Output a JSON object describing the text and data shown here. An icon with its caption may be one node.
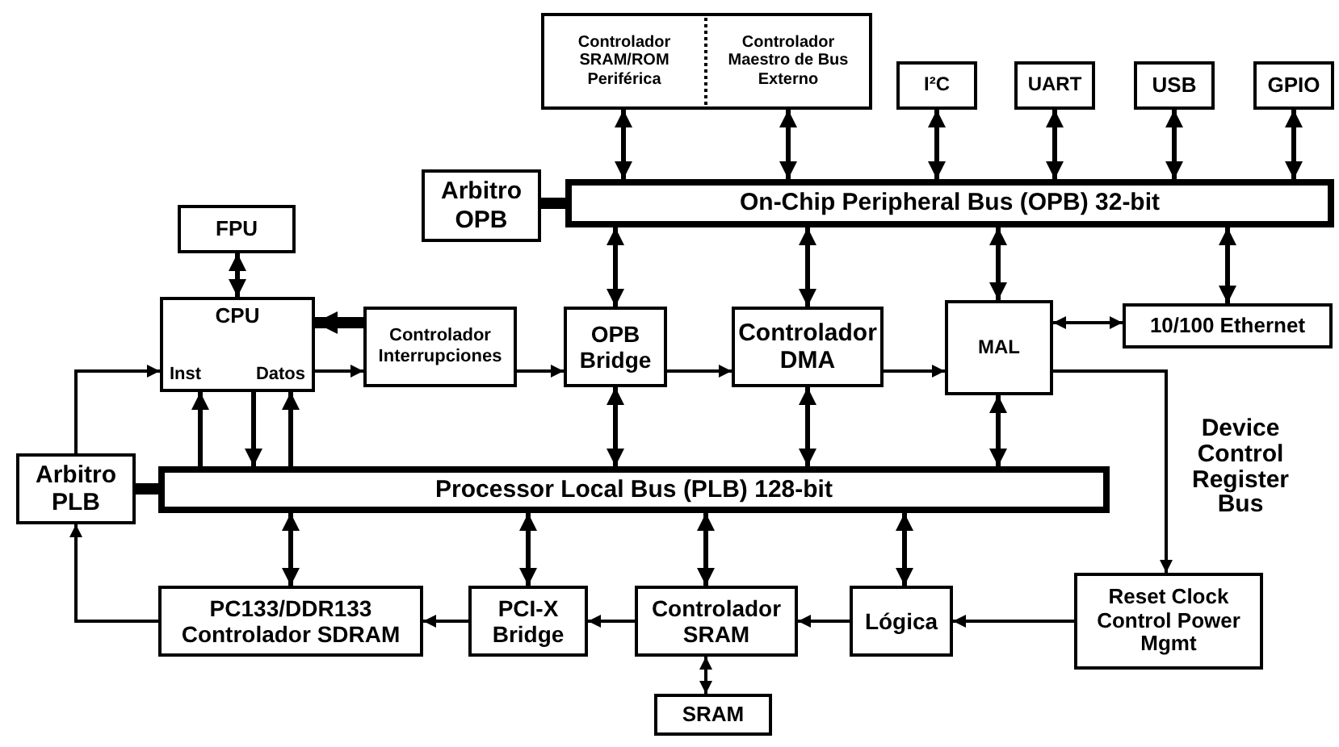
{
  "diagram": {
    "nodes": [
      {
        "text": [
          "Controlador SRAM/ROM Periférica"
        ]
      },
      {
        "text": [
          "Controlador Maestro de Bus Externo"
        ]
      },
      {
        "text": [
          "I²C"
        ]
      },
      {
        "text": [
          "UART"
        ]
      },
      {
        "text": [
          "USB"
        ]
      },
      {
        "text": [
          "GPIO"
        ]
      },
      {
        "text": [
          "Arbitro OPB"
        ]
      },
      {
        "text": [
          "On-Chip Peripheral Bus (OPB) 32-bit"
        ]
      },
      {
        "text": [
          "FPU"
        ]
      },
      {
        "text": [
          "CPU",
          "Inst",
          "Datos"
        ]
      },
      {
        "text": [
          "Controlador Interrupciones"
        ]
      },
      {
        "text": [
          "OPB Bridge"
        ]
      },
      {
        "text": [
          "Controlador DMA"
        ]
      },
      {
        "text": [
          "MAL"
        ]
      },
      {
        "text": [
          "10/100 Ethernet"
        ]
      },
      {
        "text": [
          "Arbitro PLB"
        ]
      },
      {
        "text": [
          "Processor Local Bus (PLB) 128-bit"
        ]
      },
      {
        "text": [
          "PC133/DDR133 Controlador SDRAM"
        ]
      },
      {
        "text": [
          "PCI-X Bridge"
        ]
      },
      {
        "text": [
          "Controlador SRAM"
        ]
      },
      {
        "text": [
          "Lógica"
        ]
      },
      {
        "text": [
          "Reset Clock Control Power Mgmt"
        ]
      },
      {
        "text": [
          "SRAM"
        ]
      }
    ],
    "edges": [
      {
        "from": 0,
        "to": 7,
        "arrow": "both"
      },
      {
        "from": 1,
        "to": 7,
        "arrow": "both"
      },
      {
        "from": 2,
        "to": 7,
        "arrow": "both"
      },
      {
        "from": 3,
        "to": 7,
        "arrow": "both"
      },
      {
        "from": 4,
        "to": 7,
        "arrow": "both"
      },
      {
        "from": 5,
        "to": 7,
        "arrow": "both"
      },
      {
        "from": 6,
        "to": 7,
        "arrow": "none",
        "style": "thick"
      },
      {
        "from": 8,
        "to": 9,
        "arrow": "both"
      },
      {
        "from": 10,
        "to": 9,
        "arrow": "to",
        "style": "thick"
      },
      {
        "from": 9,
        "to": 10,
        "arrow": "to"
      },
      {
        "from": 10,
        "to": 11,
        "arrow": "to"
      },
      {
        "from": 7,
        "to": 11,
        "arrow": "both"
      },
      {
        "from": 7,
        "to": 12,
        "arrow": "both"
      },
      {
        "from": 7,
        "to": 13,
        "arrow": "both"
      },
      {
        "from": 7,
        "to": 14,
        "arrow": "both"
      },
      {
        "from": 11,
        "to": 12,
        "arrow": "to"
      },
      {
        "from": 12,
        "to": 13,
        "arrow": "to"
      },
      {
        "from": 13,
        "to": 14,
        "arrow": "both"
      },
      {
        "from": 13,
        "to": 21,
        "arrow": "to",
        "label": "Device Control Register Bus"
      },
      {
        "from": 11,
        "to": 16,
        "arrow": "both"
      },
      {
        "from": 12,
        "to": 16,
        "arrow": "both"
      },
      {
        "from": 13,
        "to": 16,
        "arrow": "both"
      },
      {
        "from": 16,
        "to": 9,
        "arrow": "to"
      },
      {
        "from": 9,
        "to": 16,
        "arrow": "to"
      },
      {
        "from": 16,
        "to": 9,
        "arrow": "to"
      },
      {
        "from": 15,
        "to": 16,
        "arrow": "none",
        "style": "thick"
      },
      {
        "from": 15,
        "to": 9,
        "arrow": "to"
      },
      {
        "from": 17,
        "to": 15,
        "arrow": "to"
      },
      {
        "from": 16,
        "to": 17,
        "arrow": "both"
      },
      {
        "from": 16,
        "to": 18,
        "arrow": "both"
      },
      {
        "from": 16,
        "to": 19,
        "arrow": "both"
      },
      {
        "from": 16,
        "to": 20,
        "arrow": "both"
      },
      {
        "from": 18,
        "to": 17,
        "arrow": "to"
      },
      {
        "from": 19,
        "to": 18,
        "arrow": "to"
      },
      {
        "from": 20,
        "to": 19,
        "arrow": "to"
      },
      {
        "from": 21,
        "to": 20,
        "arrow": "to"
      },
      {
        "from": 19,
        "to": 22,
        "arrow": "both"
      }
    ]
  }
}
